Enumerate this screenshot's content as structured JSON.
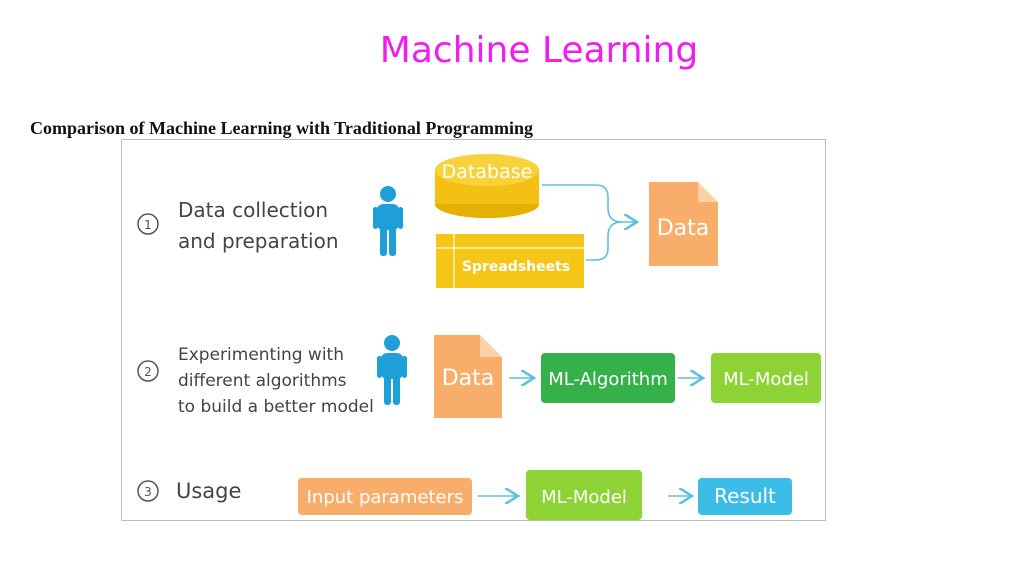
{
  "title": "Machine Learning",
  "subtitle": "Comparison of Machine Learning with Traditional Programming",
  "colors": {
    "title": "#f01ef0",
    "orange": "#f8ae6a",
    "dark_green": "#35b14a",
    "light_green": "#8dd335",
    "blue": "#3bbde8",
    "yellow": "#f5c518",
    "person": "#1f9fd8",
    "arrow": "#5cc0e0"
  },
  "diagram": {
    "step1": {
      "number": "1",
      "label_lines": [
        "Data collection",
        "and preparation"
      ],
      "database": "Database",
      "spreadsheets": "Spreadsheets",
      "data": "Data"
    },
    "step2": {
      "number": "2",
      "label_lines": [
        "Experimenting with",
        "different algorithms",
        "to build a better model"
      ],
      "data": "Data",
      "algorithm": "ML-Algorithm",
      "model": "ML-Model"
    },
    "step3": {
      "number": "3",
      "label": "Usage",
      "input": "Input parameters",
      "model": "ML-Model",
      "result": "Result"
    }
  }
}
